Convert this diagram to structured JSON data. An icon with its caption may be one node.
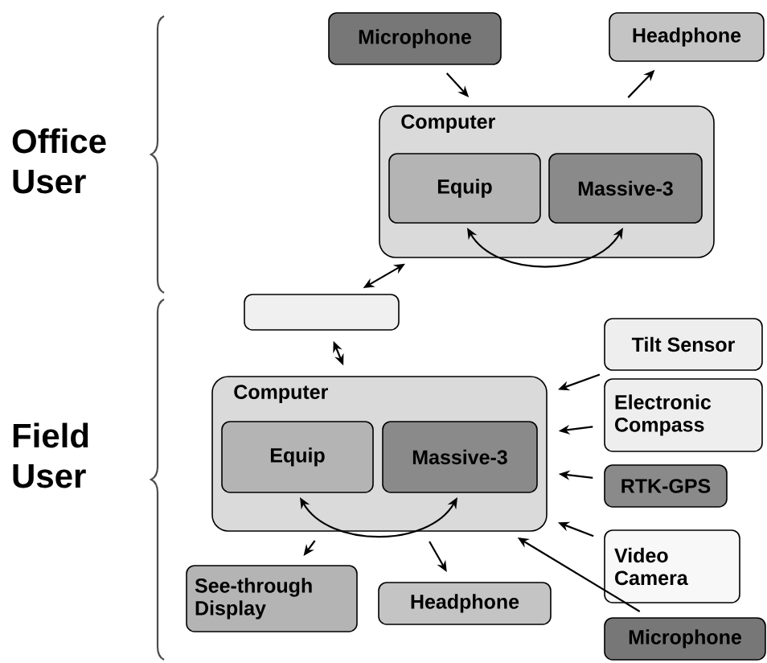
{
  "diagram": {
    "nodes": [
      {
        "text": [
          "Microphone"
        ]
      },
      {
        "text": [
          "Headphone"
        ]
      },
      {
        "text": [
          "Computer"
        ]
      },
      {
        "text": [
          "Equip"
        ],
        "in": 2
      },
      {
        "text": [
          "Massive-3"
        ],
        "in": 2
      },
      {
        "text": [],
        "shape": "box"
      },
      {
        "text": [
          "Tilt Sensor"
        ]
      },
      {
        "text": [
          "Computer"
        ]
      },
      {
        "text": [
          "Equip"
        ],
        "in": 7
      },
      {
        "text": [
          "Massive-3"
        ],
        "in": 7
      },
      {
        "text": [
          "Electronic Compass"
        ]
      },
      {
        "text": [
          "RTK-GPS"
        ]
      },
      {
        "text": [
          "Video Camera"
        ]
      },
      {
        "text": [
          "See-through Display"
        ]
      },
      {
        "text": [
          "Headphone"
        ]
      },
      {
        "text": [
          "Microphone"
        ]
      }
    ],
    "edges": [
      {
        "from": 0,
        "to": 2,
        "arrow": "to"
      },
      {
        "from": 2,
        "to": 1,
        "arrow": "to"
      },
      {
        "from": 3,
        "to": 4,
        "arrow": "both"
      },
      {
        "from": 5,
        "to": 2,
        "arrow": "both"
      },
      {
        "from": 5,
        "to": 7,
        "arrow": "both"
      },
      {
        "from": 6,
        "to": 7,
        "arrow": "to"
      },
      {
        "from": 8,
        "to": 9,
        "arrow": "both"
      },
      {
        "from": 10,
        "to": 7,
        "arrow": "to"
      },
      {
        "from": 11,
        "to": 7,
        "arrow": "to"
      },
      {
        "from": 12,
        "to": 7,
        "arrow": "to"
      },
      {
        "from": 15,
        "to": 7,
        "arrow": "to"
      },
      {
        "from": 7,
        "to": 13,
        "arrow": "to"
      },
      {
        "from": 7,
        "to": 14,
        "arrow": "to"
      }
    ],
    "labels": [
      "Office User",
      "Field User"
    ]
  }
}
